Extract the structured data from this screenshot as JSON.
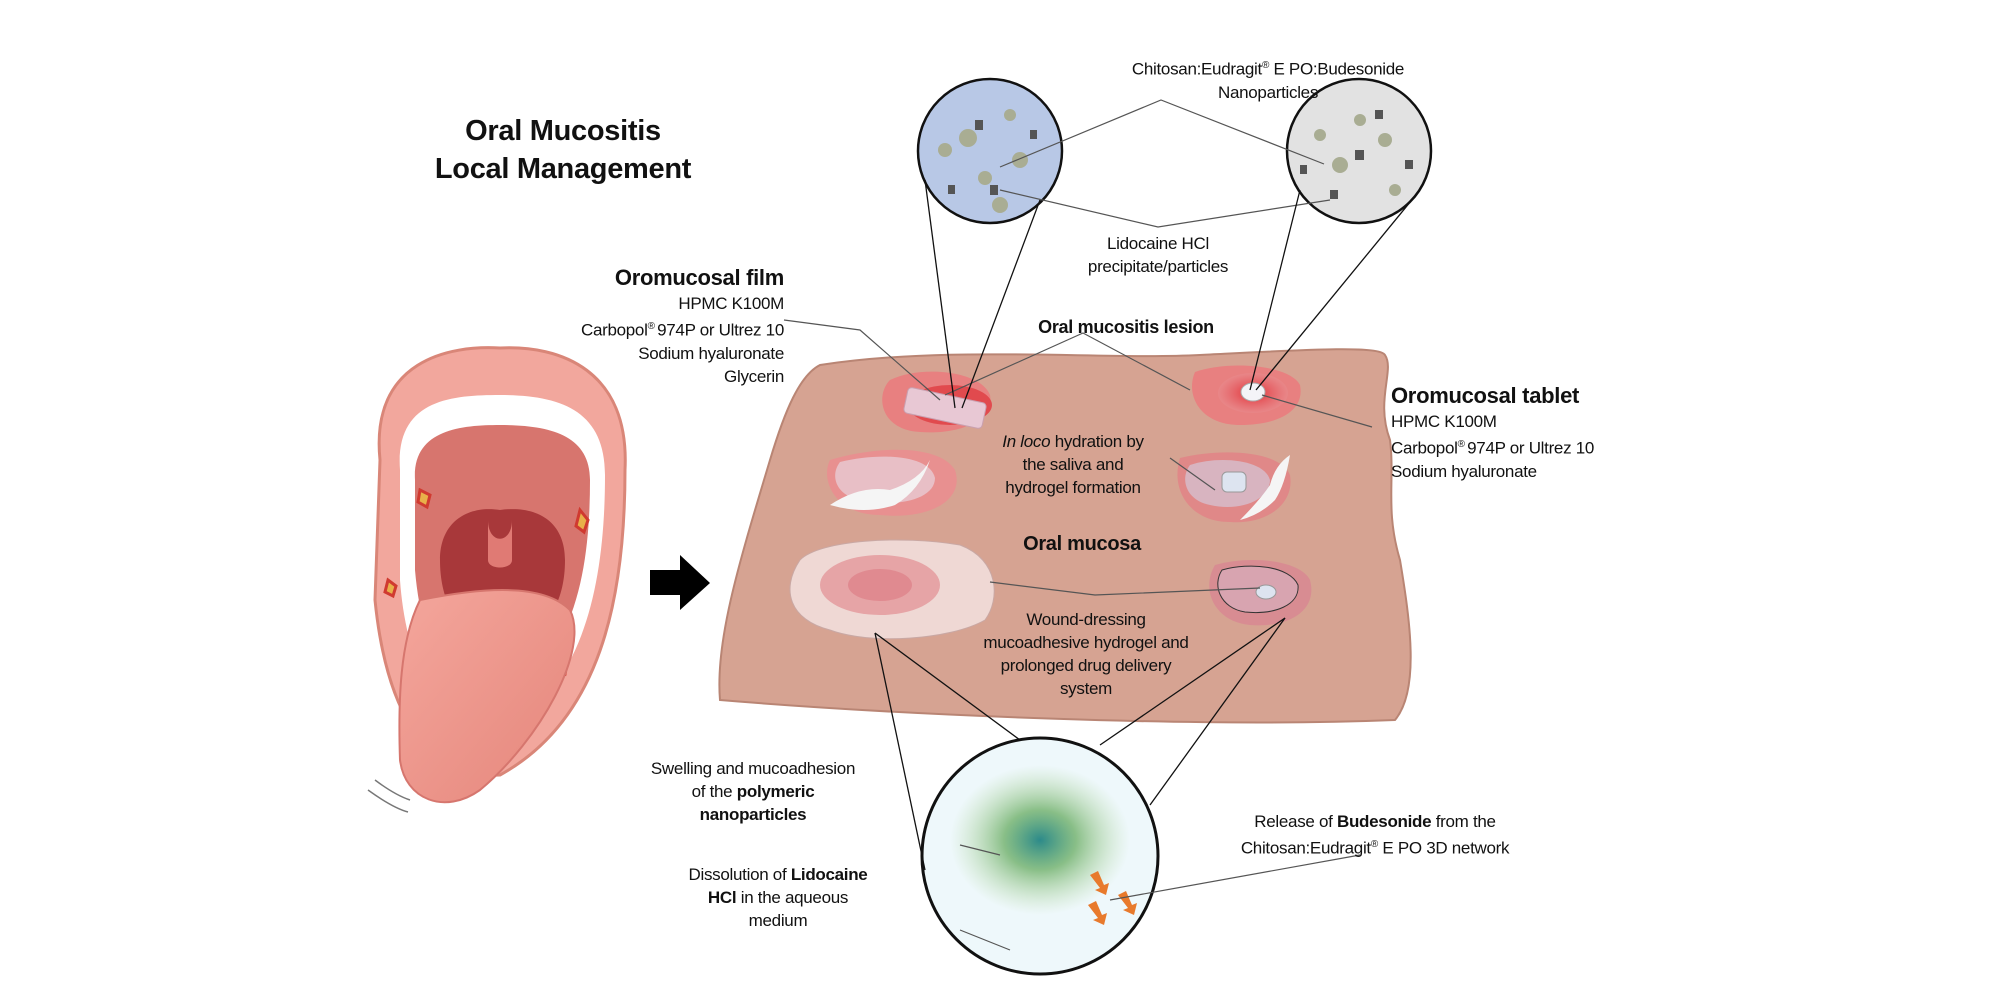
{
  "title": {
    "line1": "Oral Mucositis",
    "line2": "Local Management"
  },
  "nanoparticles_label": {
    "line1_a": "Chitosan:Eudragit",
    "reg": "®",
    "line1_b": " E PO:Budesonide",
    "line2": "Nanoparticles"
  },
  "lidocaine_label": {
    "line1": "Lidocaine HCl",
    "line2": "precipitate/particles"
  },
  "film": {
    "heading": "Oromucosal film",
    "items": [
      "HPMC K100M",
      "Carbopol",
      "® ",
      "974P or Ultrez 10",
      "Sodium hyaluronate",
      "Glycerin"
    ]
  },
  "tablet": {
    "heading": "Oromucosal tablet",
    "items": [
      "HPMC K100M",
      "Carbopol",
      "® ",
      "974P or Ultrez 10",
      "Sodium hyaluronate"
    ]
  },
  "lesion_label": "Oral mucositis lesion",
  "hydration": {
    "italic": "In loco",
    "rest1": " hydration by",
    "line2": "the saliva and",
    "line3": "hydrogel formation"
  },
  "mucosa_label": "Oral mucosa",
  "wound": {
    "line1": "Wound-dressing",
    "line2": "mucoadhesive hydrogel and",
    "line3": "prolonged drug delivery",
    "line4": "system"
  },
  "swelling": {
    "line1": "Swelling and mucoadhesion",
    "line2_a": "of the ",
    "line2_b": "polymeric",
    "line3": "nanoparticles"
  },
  "dissolution": {
    "line1_a": "Dissolution of ",
    "line1_b": "Lidocaine",
    "line2_a": "HCl",
    "line2_b": " in the aqueous",
    "line3": "medium"
  },
  "release": {
    "line1_a": "Release of ",
    "line1_b": "Budesonide",
    "line1_c": " from the",
    "line2_a": "Chitosan:Eudragit",
    "reg": "®",
    "line2_b": " E PO 3D network"
  },
  "colors": {
    "mucosa": "#d6a392",
    "lesion": "#e0444a",
    "arrow": "#e87a2c",
    "lip": "#f2a79d"
  }
}
